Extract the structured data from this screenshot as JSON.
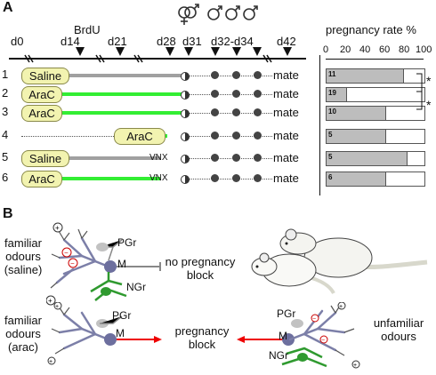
{
  "panel_a": {
    "label": "A",
    "timeline": {
      "labels": {
        "d0": "d0",
        "brdu": "BrdU",
        "d14": "d14",
        "d21": "d21",
        "d28": "d28",
        "d31": "d31",
        "d32_34": "d32-d34",
        "d42": "d42"
      },
      "rows": [
        {
          "num": "1",
          "treatment": "Saline",
          "mate": "mate"
        },
        {
          "num": "2",
          "treatment": "AraC",
          "mate": "mate"
        },
        {
          "num": "3",
          "treatment": "AraC",
          "mate": "mate"
        },
        {
          "num": "4",
          "treatment": "AraC",
          "mate": "mate"
        },
        {
          "num": "5",
          "treatment": "Saline",
          "vnx": "VNX",
          "mate": "mate"
        },
        {
          "num": "6",
          "treatment": "AraC",
          "vnx": "VNX",
          "mate": "mate"
        }
      ]
    },
    "chart_title": "pregnancy rate %",
    "significance": [
      "*",
      "*"
    ]
  },
  "chart_data": {
    "type": "bar",
    "title": "pregnancy rate %",
    "orientation": "horizontal",
    "categories": [
      "1",
      "2",
      "3",
      "4",
      "5",
      "6"
    ],
    "values": [
      78,
      20,
      60,
      60,
      82,
      60
    ],
    "n_labels": [
      "11",
      "19",
      "10",
      "5",
      "5",
      "6"
    ],
    "xlim": [
      0,
      100
    ],
    "xticks": [
      "0",
      "20",
      "40",
      "60",
      "80",
      "100"
    ],
    "colors": {
      "fill": "#bdbdbd",
      "empty": "#ffffff"
    }
  },
  "panel_b": {
    "label": "B",
    "top": {
      "left_label": "familiar\nodours\n(saline)",
      "pgr": "PGr",
      "m": "M",
      "ngr": "NGr",
      "outcome": "no pregnancy\nblock"
    },
    "bottom": {
      "left_label": "familiar\nodours\n(arac)",
      "right_label": "unfamiliar\nodours",
      "pgr_left": "PGr",
      "m_left": "M",
      "pgr_right": "PGr",
      "m_right": "M",
      "ngr_right": "NGr",
      "outcome": "pregnancy\nblock"
    }
  }
}
